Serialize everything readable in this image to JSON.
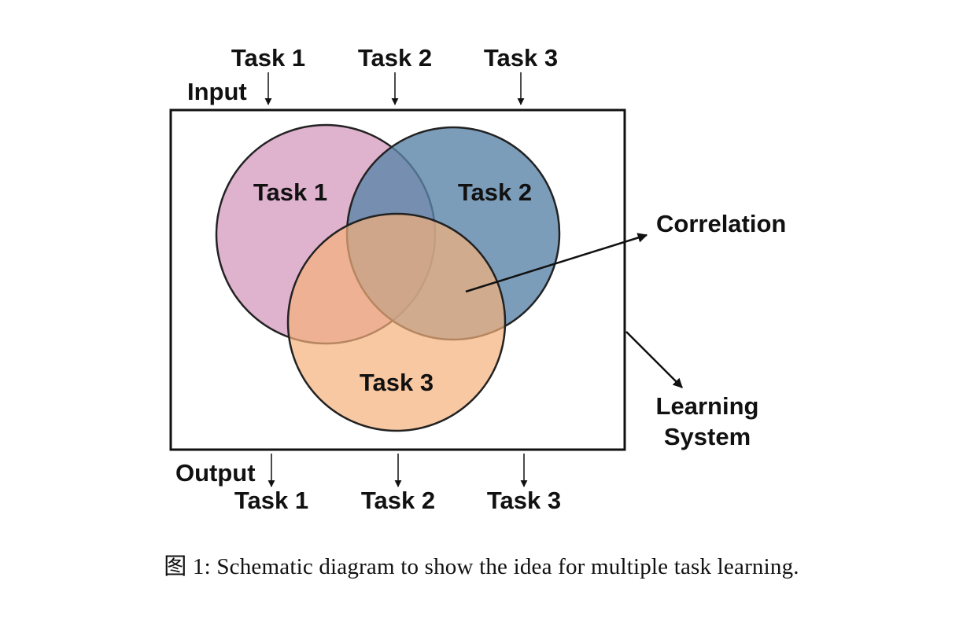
{
  "inputs": {
    "heading": "Input",
    "tasks": [
      "Task 1",
      "Task 2",
      "Task 3"
    ]
  },
  "outputs": {
    "heading": "Output",
    "tasks": [
      "Task 1",
      "Task 2",
      "Task 3"
    ]
  },
  "circles": [
    {
      "label": "Task 1",
      "color": "#d9a5c6"
    },
    {
      "label": "Task 2",
      "color": "#5b85a9"
    },
    {
      "label": "Task 3",
      "color": "#f5c08f"
    }
  ],
  "annotations": {
    "correlation": "Correlation",
    "system_line1": "Learning",
    "system_line2": "System"
  },
  "caption": {
    "figure_label": "图 1:",
    "text": "Schematic diagram to show the idea for multiple task learning."
  }
}
